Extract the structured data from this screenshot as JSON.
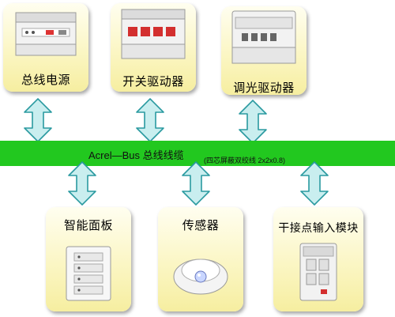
{
  "bus": {
    "title": "Acrel—Bus  总线线缆",
    "spec": "(四芯屏蔽双绞线 2x2x0.8)"
  },
  "top_nodes": [
    {
      "label": "总线电源"
    },
    {
      "label": "开关驱动器"
    },
    {
      "label": "调光驱动器"
    }
  ],
  "bottom_nodes": [
    {
      "label": "智能面板"
    },
    {
      "label": "传感器"
    },
    {
      "label": "干接点输入模块"
    }
  ],
  "colors": {
    "bus": "#22c81f",
    "arrow_fill": "#bfe9ea",
    "arrow_stroke": "#2a9aa0",
    "node_fill": "#fbf6c4"
  }
}
